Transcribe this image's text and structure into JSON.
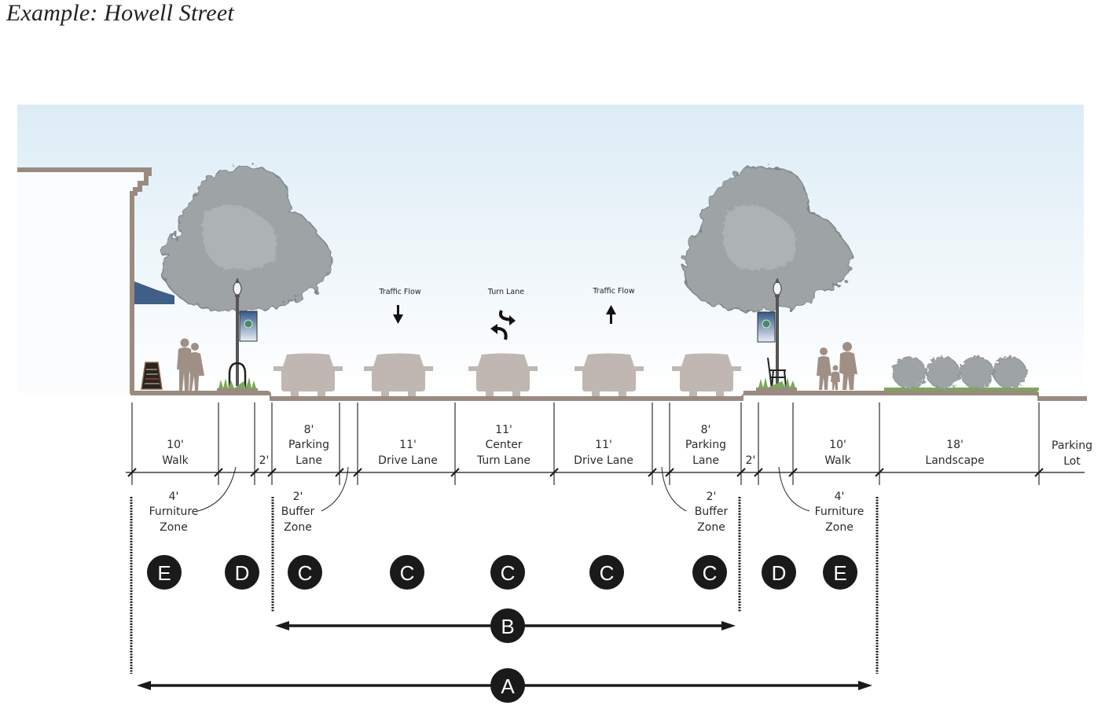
{
  "title": "Example: Howell Street",
  "colors": {
    "sky_top": "#dcecf6",
    "sky_bottom": "#ffffff",
    "ground": "#9a8a80",
    "building_fill": "#fafcfd",
    "awning": "#3f5f86",
    "tree": "#9ea3a6",
    "tree_dark": "#7f8589",
    "car": "#c0b6b2",
    "person": "#a08f85",
    "grass": "#7aa957",
    "badge": "#1a1a1a",
    "line": "#1a1a1a",
    "banner": "#3a5c8c"
  },
  "traffic_labels": [
    {
      "id": "southbound",
      "text": "Traffic Flow",
      "icon": "arrow-down-icon"
    },
    {
      "id": "turn",
      "text": "Turn Lane",
      "icon": "two-way-turn-arrows-icon"
    },
    {
      "id": "northbound",
      "text": "Traffic Flow",
      "icon": "arrow-up-icon"
    }
  ],
  "segments": [
    {
      "id": "walk-left",
      "lines": [
        "10'",
        "Walk"
      ]
    },
    {
      "id": "curb-left",
      "lines": [
        "2'"
      ]
    },
    {
      "id": "parking-left",
      "lines": [
        "8'",
        "Parking",
        "Lane"
      ]
    },
    {
      "id": "drive-left",
      "lines": [
        "11'",
        "Drive Lane"
      ]
    },
    {
      "id": "center-turn",
      "lines": [
        "11'",
        "Center",
        "Turn Lane"
      ]
    },
    {
      "id": "drive-right",
      "lines": [
        "11'",
        "Drive Lane"
      ]
    },
    {
      "id": "parking-right",
      "lines": [
        "8'",
        "Parking",
        "Lane"
      ]
    },
    {
      "id": "curb-right",
      "lines": [
        "2'"
      ]
    },
    {
      "id": "walk-right",
      "lines": [
        "10'",
        "Walk"
      ]
    },
    {
      "id": "landscape",
      "lines": [
        "18'",
        "Landscape"
      ]
    },
    {
      "id": "parking-lot",
      "lines": [
        "Parking",
        "Lot"
      ]
    }
  ],
  "callouts": [
    {
      "id": "furniture-left",
      "lines": [
        "4'",
        "Furniture",
        "Zone"
      ]
    },
    {
      "id": "buffer-left",
      "lines": [
        "2'",
        "Buffer",
        "Zone"
      ]
    },
    {
      "id": "buffer-right",
      "lines": [
        "2'",
        "Buffer",
        "Zone"
      ]
    },
    {
      "id": "furniture-right",
      "lines": [
        "4'",
        "Furniture",
        "Zone"
      ]
    }
  ],
  "zone_badges": [
    "E",
    "D",
    "C",
    "C",
    "C",
    "C",
    "C",
    "D",
    "E"
  ],
  "span_badges": {
    "inner": "B",
    "outer": "A"
  }
}
